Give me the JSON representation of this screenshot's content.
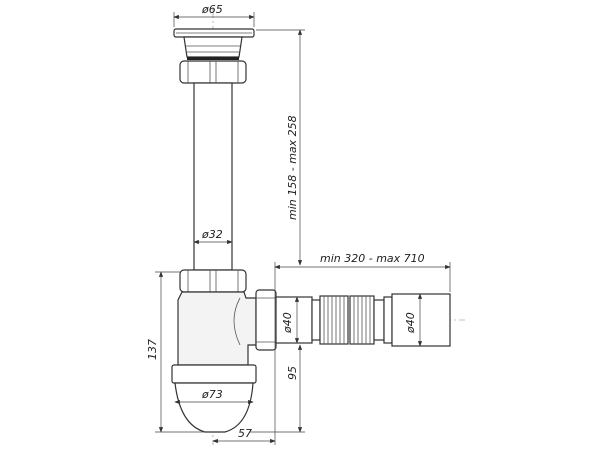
{
  "title": "Bottle siphon technical drawing",
  "dimensions": {
    "cap_diameter": "ø65",
    "pipe_diameter": "ø32",
    "height_range": "min 158 - max 258",
    "outlet_length_range": "min 320 - max 710",
    "outlet_diameter_inlet": "ø40",
    "outlet_diameter_outlet": "ø40",
    "bottle_diameter": "ø73",
    "bottle_height": "137",
    "outlet_height": "95",
    "outlet_offset": "57"
  },
  "colors": {
    "line": "#333333",
    "background": "#ffffff"
  }
}
